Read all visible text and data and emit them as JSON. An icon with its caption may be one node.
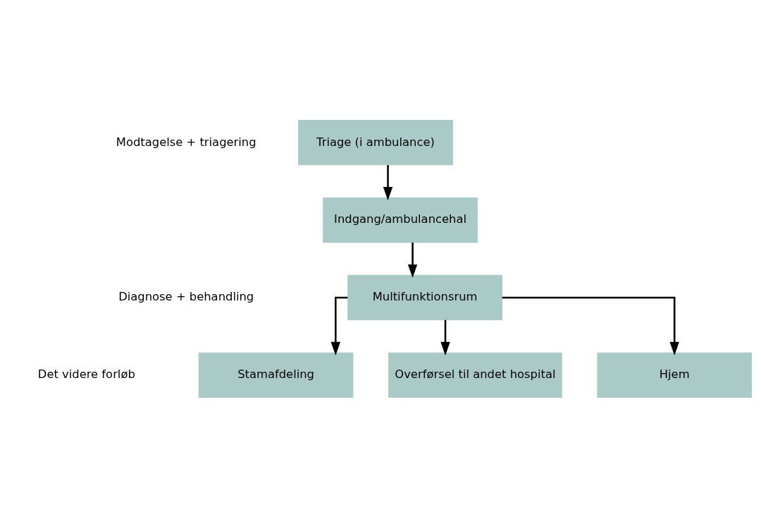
{
  "diagram": {
    "nodes": [
      {
        "text": [
          "Triage (i ambulance)"
        ]
      },
      {
        "text": [
          "Indgang/ambulancehal"
        ]
      },
      {
        "text": [
          "Multifunktionsrum"
        ]
      },
      {
        "text": [
          "Hjem"
        ]
      },
      {
        "text": [
          "Stamafdeling"
        ]
      },
      {
        "text": [
          "Overførsel til andet hospital"
        ]
      }
    ],
    "edges": [
      {
        "from": 0,
        "to": 1,
        "arrow": "to"
      },
      {
        "from": 1,
        "to": 2,
        "arrow": "to"
      },
      {
        "from": 2,
        "to": 3,
        "arrow": "to"
      },
      {
        "from": 2,
        "to": 4,
        "arrow": "to"
      },
      {
        "from": 2,
        "to": 5,
        "arrow": "to"
      }
    ],
    "labels": [
      "Modtagelse + triagering",
      "Diagnose + behandling",
      "Det videre forløb"
    ]
  }
}
